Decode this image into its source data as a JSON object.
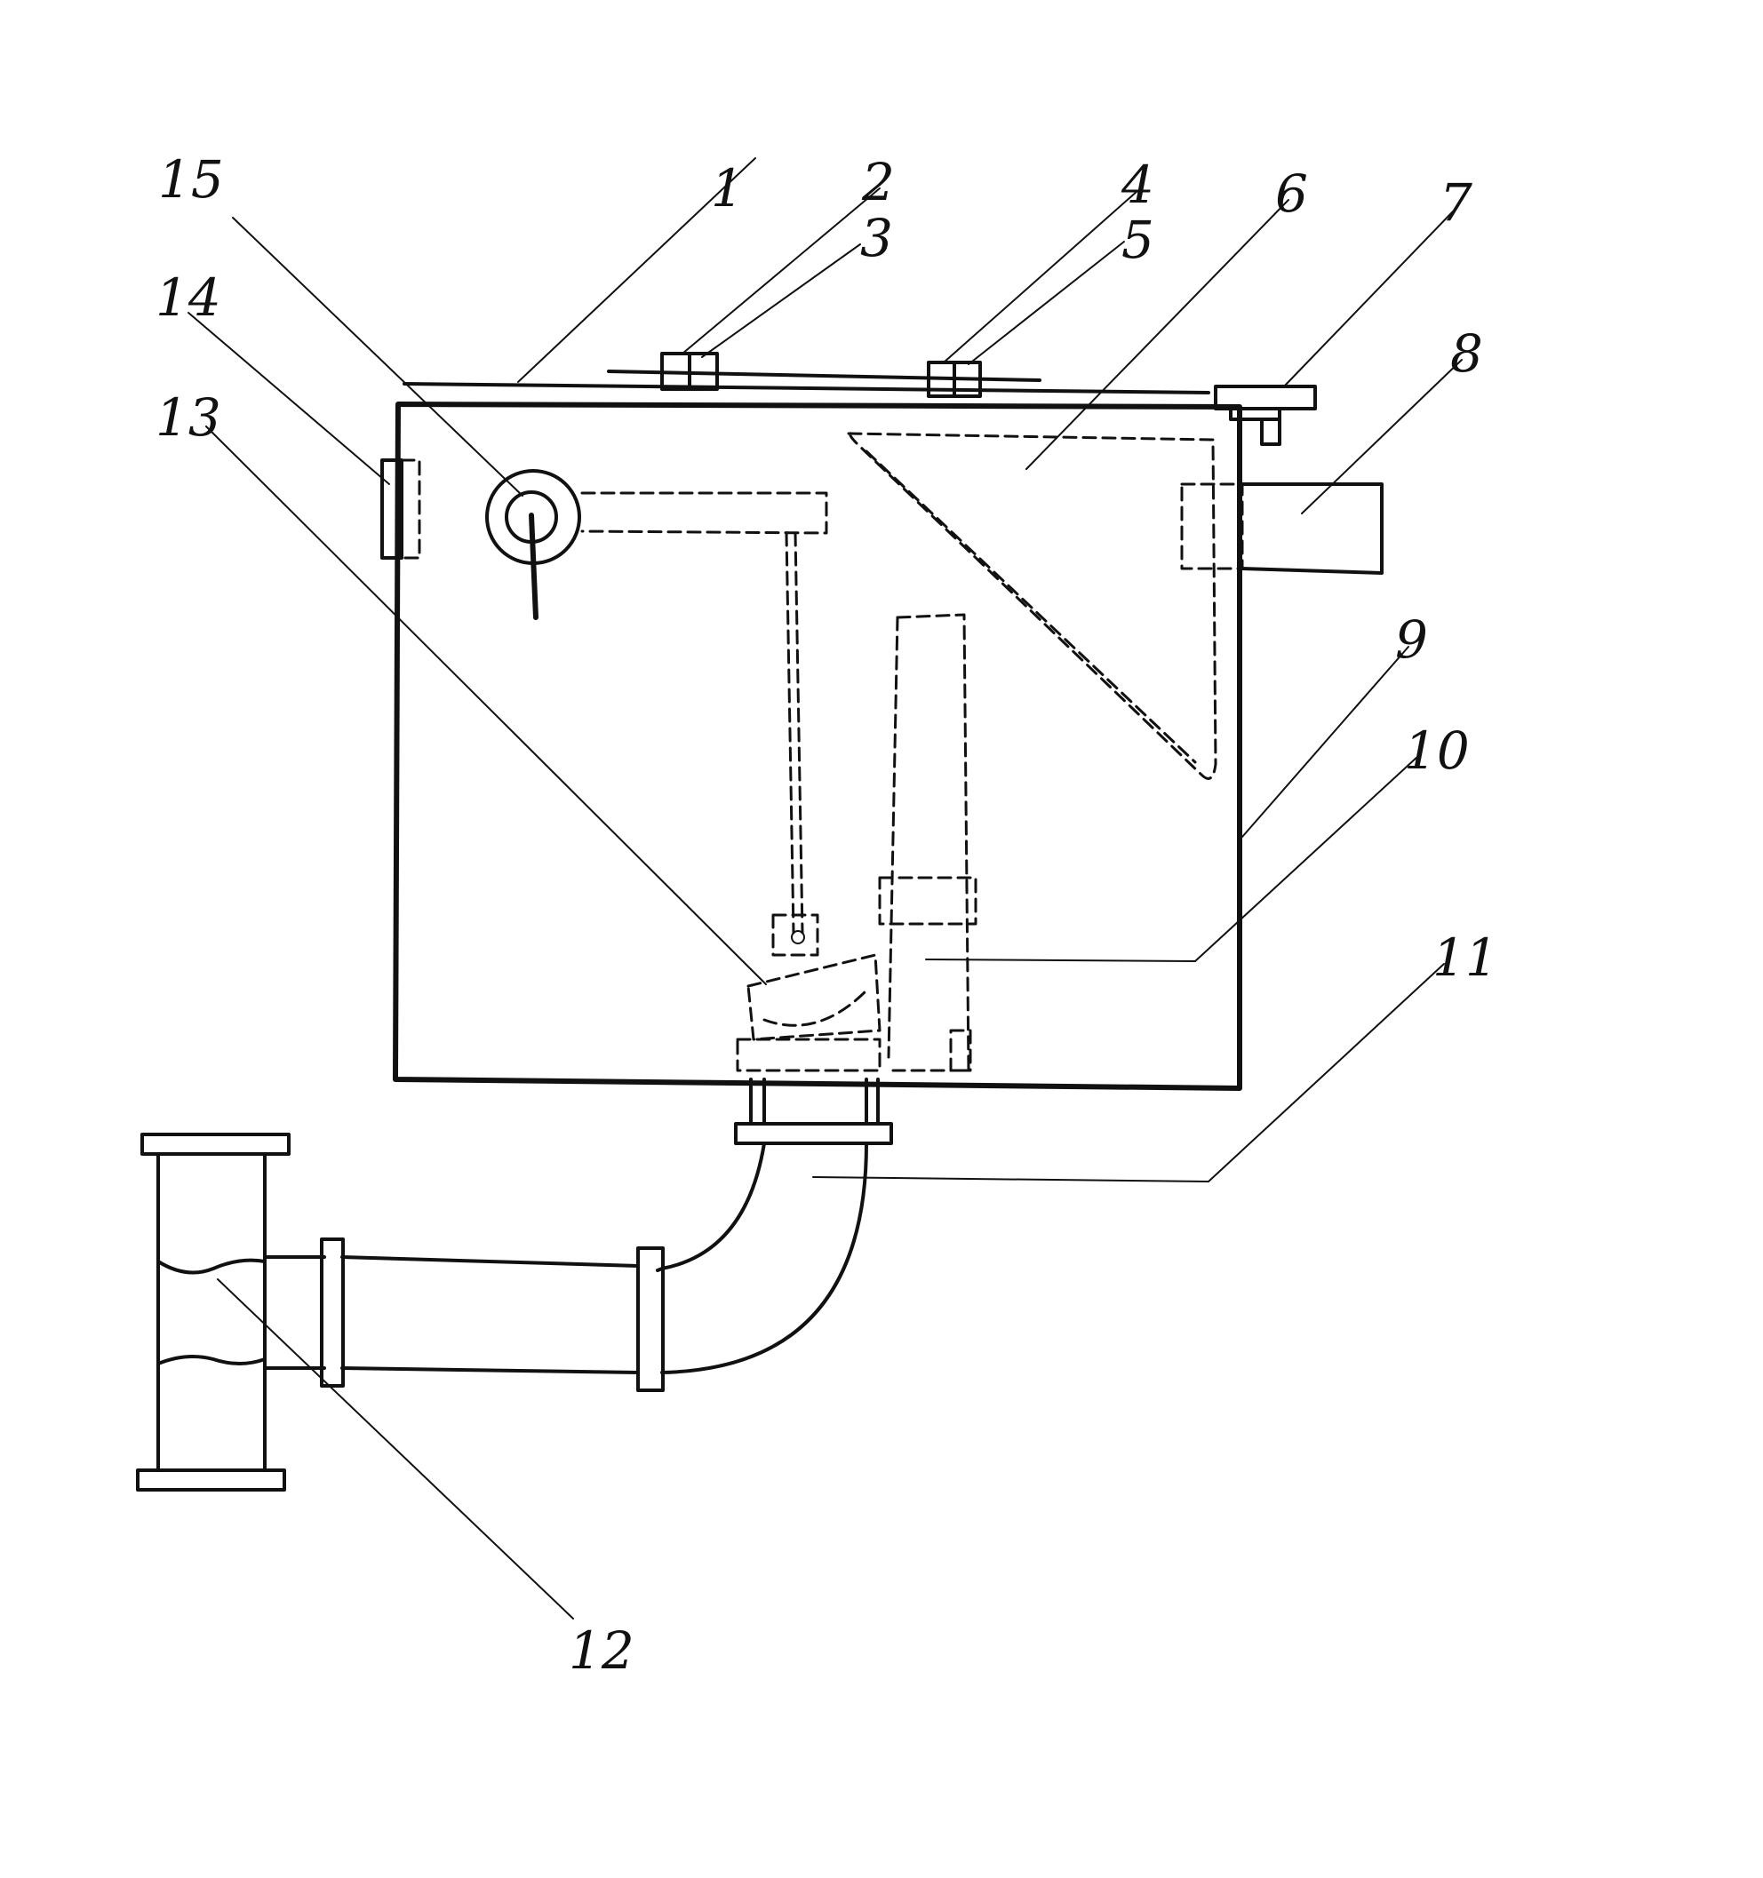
{
  "figure": {
    "labels": [
      {
        "id": "label-1",
        "text": "1"
      },
      {
        "id": "label-2",
        "text": "2"
      },
      {
        "id": "label-3",
        "text": "3"
      },
      {
        "id": "label-4",
        "text": "4"
      },
      {
        "id": "label-5",
        "text": "5"
      },
      {
        "id": "label-6",
        "text": "6"
      },
      {
        "id": "label-7",
        "text": "7"
      },
      {
        "id": "label-8",
        "text": "8"
      },
      {
        "id": "label-9",
        "text": "9"
      },
      {
        "id": "label-10",
        "text": "10"
      },
      {
        "id": "label-11",
        "text": "11"
      },
      {
        "id": "label-12",
        "text": "12"
      },
      {
        "id": "label-13",
        "text": "13"
      },
      {
        "id": "label-14",
        "text": "14"
      },
      {
        "id": "label-15",
        "text": "15"
      }
    ]
  }
}
